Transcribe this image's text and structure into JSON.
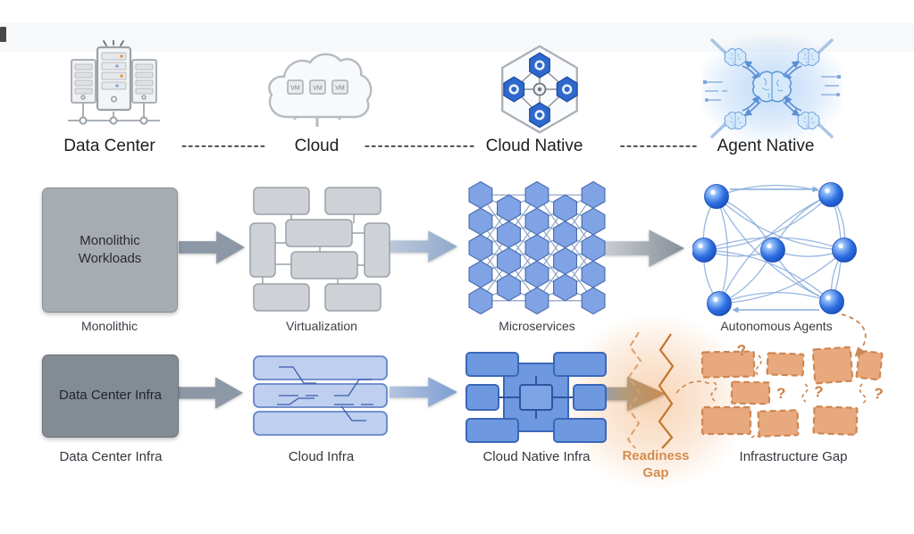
{
  "title_row": {
    "stages": [
      {
        "label": "Data Center"
      },
      {
        "label": "Cloud"
      },
      {
        "label": "Cloud Native"
      },
      {
        "label": "Agent Native"
      }
    ],
    "separators": [
      "-------------",
      "-----------------",
      "------------"
    ]
  },
  "workloads": {
    "monolithic_box": "Monolithic\nWorkloads",
    "labels": [
      "Monolithic",
      "Virtualization",
      "Microservices",
      "Autonomous Agents"
    ]
  },
  "infrastructure": {
    "box": "Data Center Infra",
    "labels": [
      "Data Center Infra",
      "Cloud Infra",
      "Cloud Native Infra",
      "Infrastructure Gap"
    ],
    "readiness_gap": "Readiness\nGap",
    "question_mark": "?"
  },
  "icons": {
    "data_center": "server-rack-icon",
    "cloud": "cloud-vm-icon",
    "cloud_native": "hexagon-services-icon",
    "agent_native": "brain-network-icon",
    "vm_label": "VM"
  },
  "colors": {
    "blue_node": "#2a65d6",
    "blue_block": "#6e99e0",
    "light_blue_bar": "#becff0",
    "gray_box": "#a7acb3",
    "dark_gray_box": "#838b94",
    "orange": "#cd8752",
    "orange_text": "#d58d4e",
    "arrow_slate": "#8c98a6"
  }
}
